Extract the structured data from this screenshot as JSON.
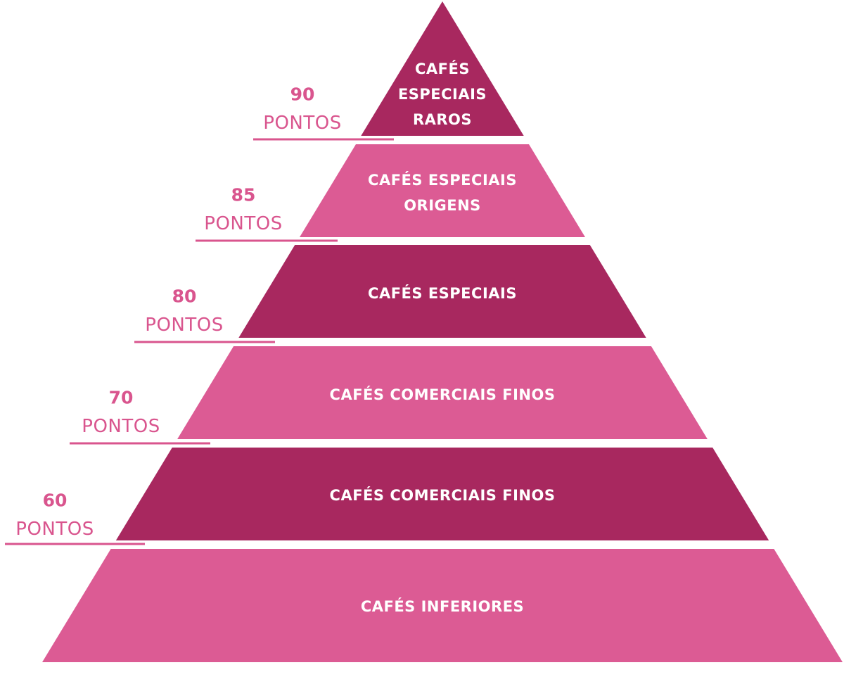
{
  "colors": {
    "dark": "#a8285f",
    "light": "#dc5b94",
    "score": "#d9558e"
  },
  "tiers": [
    {
      "lines": [
        "CAFÉS",
        "ESPECIAIS",
        "RAROS"
      ],
      "shade": "dark"
    },
    {
      "lines": [
        "CAFÉS ESPECIAIS",
        "ORIGENS"
      ],
      "shade": "light"
    },
    {
      "lines": [
        "CAFÉS ESPECIAIS"
      ],
      "shade": "dark"
    },
    {
      "lines": [
        "CAFÉS COMERCIAIS FINOS"
      ],
      "shade": "light"
    },
    {
      "lines": [
        "CAFÉS COMERCIAIS FINOS"
      ],
      "shade": "dark"
    },
    {
      "lines": [
        "CAFÉS INFERIORES"
      ],
      "shade": "light"
    }
  ],
  "scores": [
    {
      "value": "90",
      "unit": "PONTOS"
    },
    {
      "value": "85",
      "unit": "PONTOS"
    },
    {
      "value": "80",
      "unit": "PONTOS"
    },
    {
      "value": "70",
      "unit": "PONTOS"
    },
    {
      "value": "60",
      "unit": "PONTOS"
    }
  ]
}
